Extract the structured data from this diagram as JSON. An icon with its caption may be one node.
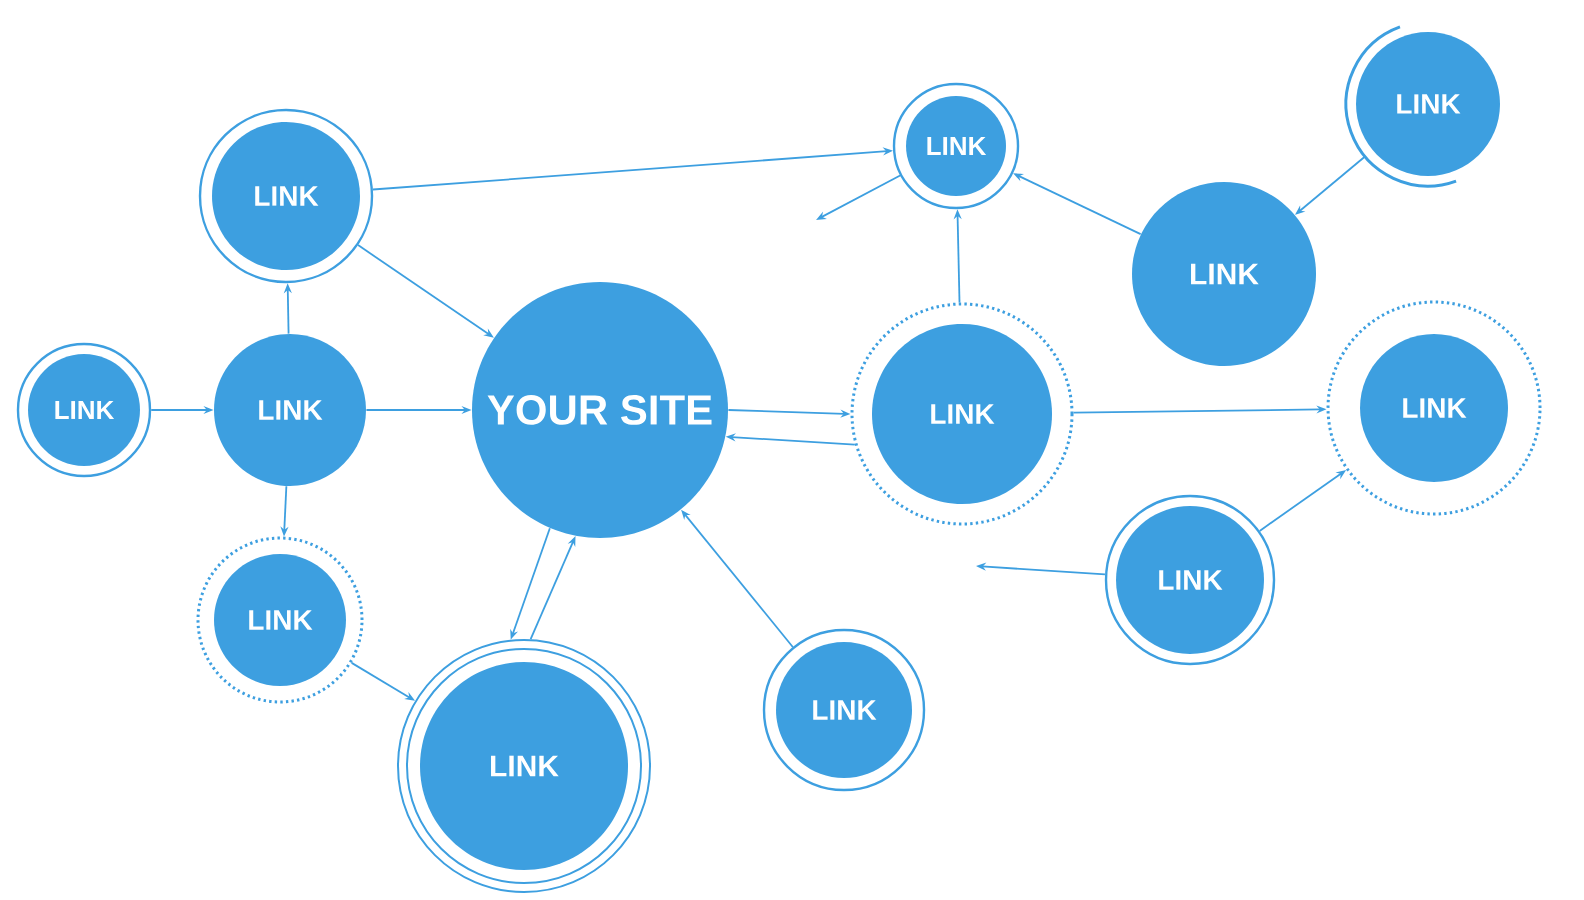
{
  "diagram": {
    "nodes": [
      {
        "text": [
          "LINK"
        ]
      },
      {
        "text": [
          "LINK"
        ]
      },
      {
        "text": [
          "LINK"
        ]
      },
      {
        "text": [
          "LINK"
        ]
      },
      {
        "text": [
          "LINK"
        ]
      },
      {
        "text": [
          "LINK"
        ]
      },
      {
        "text": [
          "YOUR SITE"
        ]
      },
      {
        "text": [
          "LINK"
        ]
      },
      {
        "text": [
          "LINK"
        ]
      },
      {
        "text": [
          "LINK"
        ]
      },
      {
        "text": [
          "LINK"
        ]
      },
      {
        "text": [
          "LINK"
        ]
      },
      {
        "text": [
          "LINK"
        ]
      }
    ],
    "edges": [
      {
        "from": 2,
        "to": 0,
        "arrow": "to"
      },
      {
        "from": 2,
        "to": 6,
        "arrow": "to"
      },
      {
        "from": 0,
        "to": null,
        "arrow": "to"
      },
      {
        "from": 7,
        "to": 0,
        "arrow": "to"
      },
      {
        "from": 3,
        "to": 0,
        "arrow": "to"
      },
      {
        "from": 1,
        "to": 3,
        "arrow": "to"
      },
      {
        "from": 4,
        "to": 5,
        "arrow": "to"
      },
      {
        "from": 5,
        "to": 2,
        "arrow": "to"
      },
      {
        "from": 5,
        "to": 6,
        "arrow": "to"
      },
      {
        "from": 5,
        "to": 10,
        "arrow": "to"
      },
      {
        "from": 6,
        "to": 7,
        "arrow": "to"
      },
      {
        "from": 7,
        "to": 6,
        "arrow": "to"
      },
      {
        "from": 7,
        "to": 8,
        "arrow": "to"
      },
      {
        "from": 9,
        "to": 8,
        "arrow": "to"
      },
      {
        "from": 9,
        "to": null,
        "arrow": "to"
      },
      {
        "from": 10,
        "to": 12,
        "arrow": "to"
      },
      {
        "from": 6,
        "to": 12,
        "arrow": "to"
      },
      {
        "from": 12,
        "to": 6,
        "arrow": "to"
      },
      {
        "from": 11,
        "to": 6,
        "arrow": "to"
      }
    ]
  }
}
